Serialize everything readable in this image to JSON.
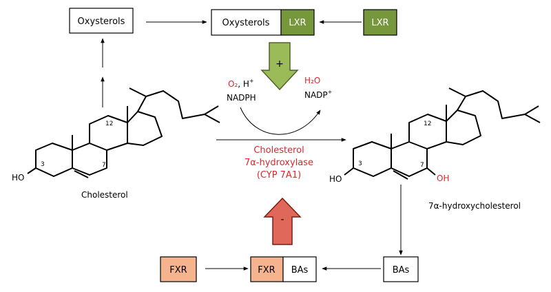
{
  "boxes": {
    "oxysterols_left": "Oxysterols",
    "oxysterols_center": "Oxysterols",
    "lxr_center": "LXR",
    "lxr_right": "LXR",
    "fxr_left": "FXR",
    "fxr_center": "FXR",
    "bas_center": "BAs",
    "bas_right": "BAs"
  },
  "signs": {
    "plus": "+",
    "minus": "-"
  },
  "reaction": {
    "o2": "O₂",
    "h_sep": ", H",
    "h_sup": "+",
    "nadph": "NADPH",
    "h2o": "H₂O",
    "nadp": "NADP",
    "nadp_sup": "+"
  },
  "enzyme": {
    "line1": "Cholesterol",
    "line2": "7α-hydroxylase",
    "line3": "(CYP 7A1)"
  },
  "molecules": {
    "left_name": "Cholesterol",
    "right_name": "7α-hydroxycholesterol",
    "left_ho": "HO",
    "right_ho": "HO",
    "right_oh": "OH",
    "num_3": "3",
    "num_7": "7",
    "num_12": "12"
  },
  "colors": {
    "lxr_fill": "#77973c",
    "fxr_fill": "#f5b48e",
    "plus_arrow_fill": "#9bbb59",
    "plus_arrow_stroke": "#4f6228",
    "minus_arrow_fill": "#e0685a",
    "minus_arrow_stroke": "#7f1a10",
    "red_text": "#e0262a"
  }
}
